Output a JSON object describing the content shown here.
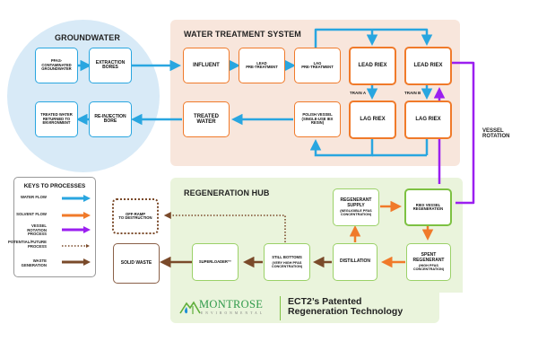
{
  "zones": {
    "groundwater": {
      "title": "GROUNDWATER",
      "fill": "#d8eaf7"
    },
    "treatment": {
      "title": "WATER TREATMENT SYSTEM",
      "fill": "#f8e6dc"
    },
    "regeneration": {
      "title": "REGENERATION HUB",
      "fill": "#eaf4dc"
    }
  },
  "groundwater_boxes": {
    "pfas": "PFAS-\nCONTAMINATED\nGROUNDWATER",
    "extraction": "EXTRACTION\nBORES",
    "returned": "TREATED WATER\nRETURNED TO\nENVIRONMENT",
    "reinjection": "RE-INJECTION\nBORE"
  },
  "treatment_boxes": {
    "influent": "INFLUENT",
    "lead_pre": "LEAD\nPRE-TREATMENT",
    "lag_pre": "LAG\nPRE-TREATMENT",
    "lead_riex_a": "LEAD RIEX",
    "lead_riex_b": "LEAD RIEX",
    "lag_riex_a": "LAG RIEX",
    "lag_riex_b": "LAG RIEX",
    "treated_water": "TREATED\nWATER",
    "polish": "POLISH VESSEL\n(SINGLE-USE IEX\nRESIN)",
    "train_a": "TRAIN A",
    "train_b": "TRAIN B"
  },
  "vessel_rotation_label": "VESSEL\nROTATION",
  "regeneration_boxes": {
    "regenerant_supply": {
      "title": "REGENERANT\nSUPPLY",
      "sub": "(NEGLIGIBLE PFAS\nCONCENTRATION)"
    },
    "riex_regeneration": "RIEX VESSEL\nREGENERATION",
    "spent_regenerant": {
      "title": "SPENT\nREGENERANT",
      "sub": "(HIGH PFAS\nCONCENTRATION)"
    },
    "distillation": "DISTILLATION",
    "still_bottoms": {
      "title": "STILL BOTTOMS",
      "sub": "(VERY HIGH PFAS\nCONCENTRATION)"
    },
    "superloader": "SUPERLOADER™"
  },
  "outside_boxes": {
    "off_ramp": "OFF-RAMP\nTO DESTRUCTION",
    "solid_waste": "SOLID WASTE"
  },
  "key": {
    "title": "KEYS TO PROCESSES",
    "items": [
      {
        "label": "WATER FLOW",
        "color": "#29a6e0",
        "style": "solid"
      },
      {
        "label": "SOLVENT FLOW",
        "color": "#f07a2a",
        "style": "solid"
      },
      {
        "label": "VESSEL ROTATION\nPROCESS",
        "color": "#9b1ff0",
        "style": "solid"
      },
      {
        "label": "POTENTIAL/FUTURE\nPROCESS",
        "color": "#7a4a2a",
        "style": "dotted"
      },
      {
        "label": "WASTE GENERATION",
        "color": "#7a4a2a",
        "style": "solid"
      }
    ]
  },
  "branding": {
    "company": "MONTROSE",
    "company_sub": "ENVIRONMENTAL",
    "tagline_line1": "ECT2’s Patented",
    "tagline_line2": "Regeneration Technology"
  },
  "colors": {
    "water": "#29a6e0",
    "solvent": "#f07a2a",
    "rotation": "#9b1ff0",
    "waste": "#7a4a2a",
    "brand_green": "#2f9a4a",
    "brand_blue": "#1f8fd6"
  }
}
